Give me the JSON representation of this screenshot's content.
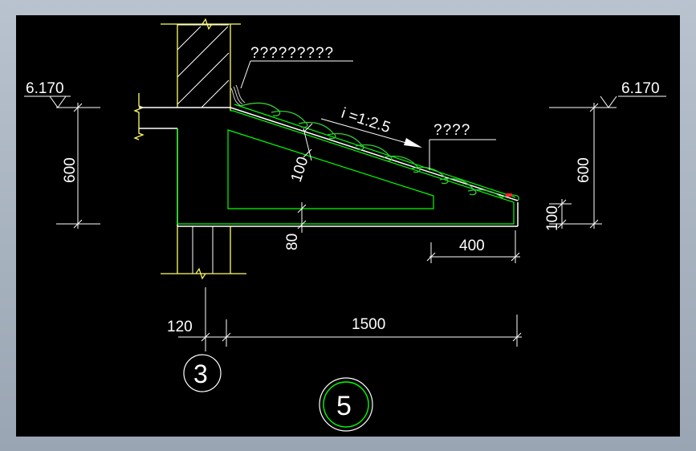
{
  "labels": {
    "elev_left": "6.170",
    "elev_right": "6.170",
    "top_note": "?????????",
    "slope": "i =1:2.5",
    "slope_note": "????",
    "dim_600_left": "600",
    "dim_600_right": "600",
    "dim_100_slab": "100",
    "dim_100_end": "100",
    "dim_80": "80",
    "dim_400": "400",
    "dim_120": "120",
    "dim_1500": "1500",
    "axis_number": "3",
    "detail_number": "5"
  },
  "colors": {
    "background": "#000000",
    "line": "#ffffff",
    "concrete": "#00ff00",
    "tiles": "#33cc33",
    "wall": "#ffff66",
    "mark": "#ff2222"
  }
}
